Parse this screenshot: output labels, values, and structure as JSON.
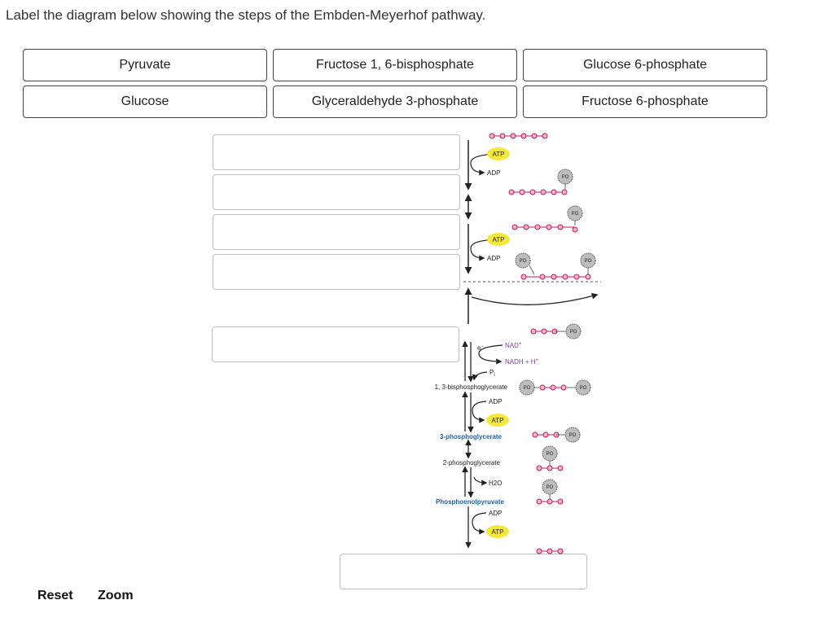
{
  "instruction": "Label the diagram below showing the steps of the Embden-Meyerhof pathway.",
  "label_bank": [
    "Pyruvate",
    "Fructose 1, 6-bisphosphate",
    "Glucose 6-phosphate",
    "Glucose",
    "Glyceraldehyde 3-phosphate",
    "Fructose 6-phosphate"
  ],
  "drop_targets": [
    "",
    "",
    "",
    "",
    "",
    ""
  ],
  "diagram": {
    "atp": "ATP",
    "adp": "ADP",
    "nad": "NAD",
    "nadh": "NADH + H",
    "e": "e",
    "pi": "P",
    "po4": "PO",
    "h2o": "H2O",
    "bpg": "1, 3-bisphosphoglycerate",
    "pg3": "3-phosphoglycerate",
    "pg2": "2-phosphoglycerate",
    "pep": "Phosphoenolpyruvate"
  },
  "colors": {
    "atp_badge": "#f5e83c",
    "carbon_stroke": "#c2185b",
    "carbon_fill": "#f3b6cf",
    "nad": "#7b3fa0",
    "blue_label": "#1f5fa8"
  },
  "controls": {
    "reset": "Reset",
    "zoom": "Zoom"
  }
}
